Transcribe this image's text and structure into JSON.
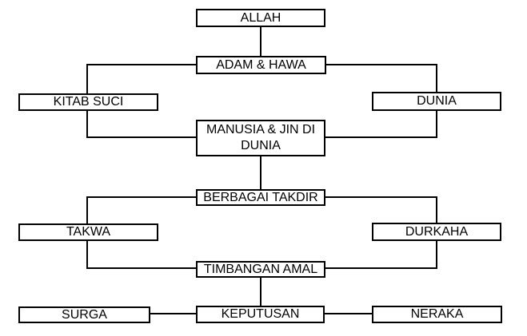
{
  "diagram": {
    "title": "Flowchart of divine order from ALLAH to final judgement",
    "colors": {
      "background": "#ffffff",
      "box_fill": "#ffffff",
      "box_border": "#000000",
      "text": "#000000",
      "line": "#000000"
    },
    "nodes": {
      "allah": {
        "label": "ALLAH"
      },
      "adam_hawa": {
        "label": "ADAM & HAWA"
      },
      "kitab_suci": {
        "label": "KITAB SUCI"
      },
      "dunia": {
        "label": "DUNIA"
      },
      "manusia_jin": {
        "label": "MANUSIA & JIN DI\nDUNIA"
      },
      "berbagai": {
        "label": "BERBAGAI TAKDIR"
      },
      "takwa": {
        "label": "TAKWA"
      },
      "durkaha": {
        "label": "DURKAHA"
      },
      "timbangan": {
        "label": "TIMBANGAN AMAL"
      },
      "surga": {
        "label": "SURGA"
      },
      "keputusan": {
        "label": "KEPUTUSAN"
      },
      "neraka": {
        "label": "NERAKA"
      }
    },
    "edges": [
      {
        "from": "ALLAH",
        "to": "ADAM & HAWA"
      },
      {
        "from": "ADAM & HAWA",
        "to": "KITAB SUCI"
      },
      {
        "from": "ADAM & HAWA",
        "to": "DUNIA"
      },
      {
        "from": "KITAB SUCI",
        "to": "MANUSIA & JIN DI DUNIA"
      },
      {
        "from": "DUNIA",
        "to": "MANUSIA & JIN DI DUNIA"
      },
      {
        "from": "MANUSIA & JIN DI DUNIA",
        "to": "BERBAGAI TAKDIR"
      },
      {
        "from": "BERBAGAI TAKDIR",
        "to": "TAKWA"
      },
      {
        "from": "BERBAGAI TAKDIR",
        "to": "DURKAHA"
      },
      {
        "from": "TAKWA",
        "to": "TIMBANGAN AMAL"
      },
      {
        "from": "DURKAHA",
        "to": "TIMBANGAN AMAL"
      },
      {
        "from": "TIMBANGAN AMAL",
        "to": "KEPUTUSAN"
      },
      {
        "from": "SURGA",
        "to": "KEPUTUSAN"
      },
      {
        "from": "KEPUTUSAN",
        "to": "NERAKA"
      }
    ]
  }
}
